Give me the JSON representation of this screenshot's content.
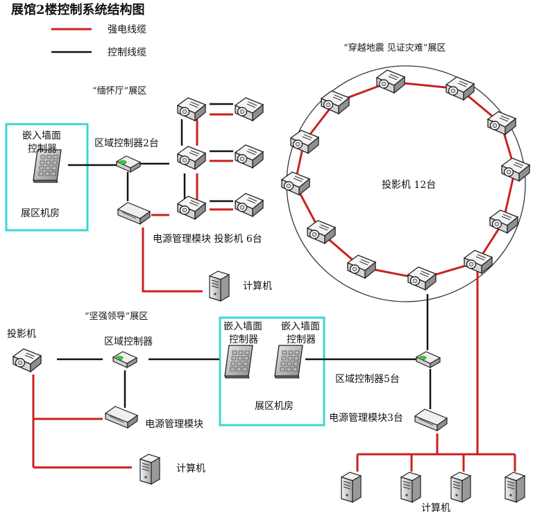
{
  "title": "展馆2楼控制系统结构图",
  "legend": {
    "power_label": "强电线缆",
    "control_label": "控制线缆",
    "power_color": "#cc1f1f",
    "control_color": "#111111"
  },
  "zones": {
    "earthquake": "“穿越地震 见证灾难”展区",
    "memorial": "“缅怀厅”展区",
    "leader": "“坚强领导”展区"
  },
  "labels": {
    "wall_ctrl_line1": "嵌入墙面",
    "wall_ctrl_line2": "控制器",
    "machine_room": "展区机房",
    "zone_ctrl_2": "区域控制器2台",
    "power_mod_proj6": "电源管理模块  投影机 6台",
    "computer": "计算机",
    "projector_12": "投影机 12台",
    "projector": "投影机",
    "zone_ctrl": "区域控制器",
    "power_mod": "电源管理模块",
    "zone_ctrl_5": "区域控制器5台",
    "power_mod_3": "电源管理模块3台"
  },
  "colors": {
    "room_border": "#3cd6d6",
    "ring": "#222222"
  }
}
